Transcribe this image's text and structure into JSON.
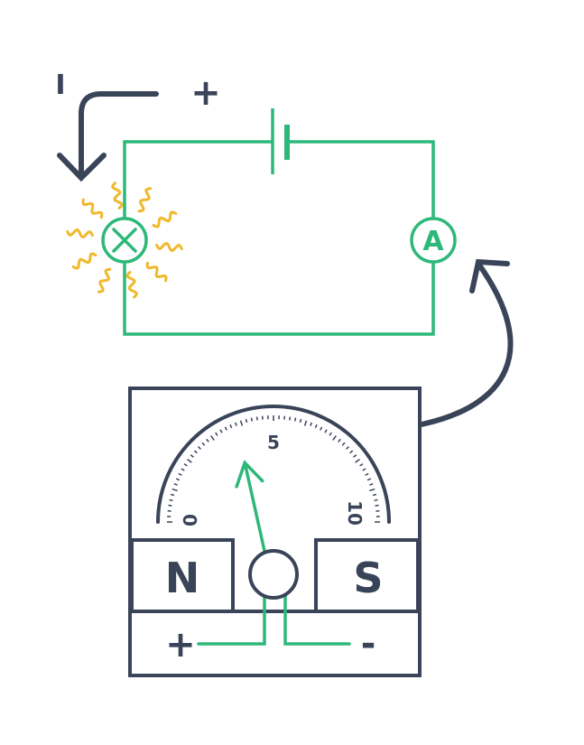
{
  "colors": {
    "dark": "#3a4459",
    "wire": "#2db87a",
    "glow": "#f0b92c"
  },
  "circuit": {
    "current_label": "I",
    "battery_positive_label": "+",
    "ammeter_label": "A",
    "bulb_icon": "lamp-cross-icon"
  },
  "meter": {
    "scale_labels": {
      "min": "0",
      "mid": "5",
      "max": "10"
    },
    "needle_value": 3.6,
    "scale_max": 10,
    "north_label": "N",
    "south_label": "S",
    "positive_terminal": "+",
    "negative_terminal": "-"
  }
}
